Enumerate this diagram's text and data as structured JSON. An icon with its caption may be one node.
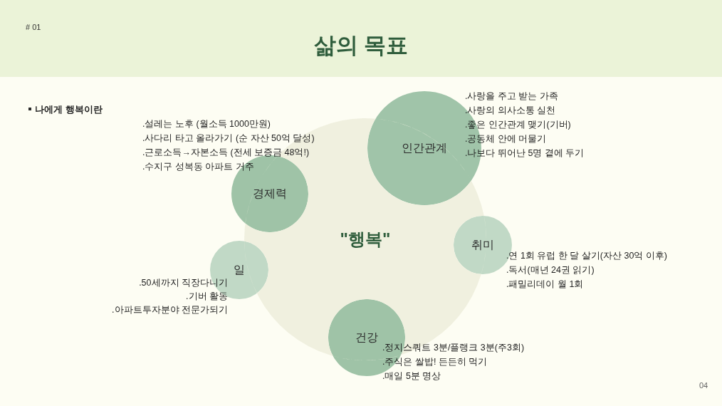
{
  "diagram": {
    "title": "삶의 목표",
    "nodes": [
      {
        "text": [
          "인간관계"
        ],
        "beside": [
          ".사랑을 주고 받는 가족",
          ".사랑의 의사소통 실천",
          ".좋은 인간관계 맺기(기버)",
          ".공동체 안에 머물기",
          ".나보다 뛰어난 5명 곁에 두기"
        ]
      },
      {
        "text": [
          "경제력"
        ],
        "beside": [
          ".설레는 노후 (월소득 1000만원)",
          ".사다리 타고 올라가기 (순 자산 50억 달성)",
          ".근로소득→자본소득 (전세 보증금 48억!)",
          ".수지구 성복동 아파트 거주"
        ]
      },
      {
        "text": [
          "\"행복\""
        ]
      },
      {
        "text": [
          "취미"
        ],
        "beside": [
          ".연 1회 유럽 한 달 살기(자산 30억 이후)",
          ".독서(매년 24권 읽기)",
          ".패밀리데이 월 1회"
        ]
      },
      {
        "text": [
          "일"
        ],
        "beside": [
          ".50세까지 직장다니기",
          ".기버 활동",
          ".아파트투자분야 전문가되기"
        ]
      },
      {
        "text": [
          "건강"
        ],
        "beside": [
          ".정지스쿼트 3분/플랭크 3분(주3회)",
          ".주식은 쌀밥! 든든히 먹기",
          ".매일 5분 명상"
        ]
      }
    ],
    "labels": [
      "# 01",
      "나에게 행복이란",
      "04"
    ]
  }
}
